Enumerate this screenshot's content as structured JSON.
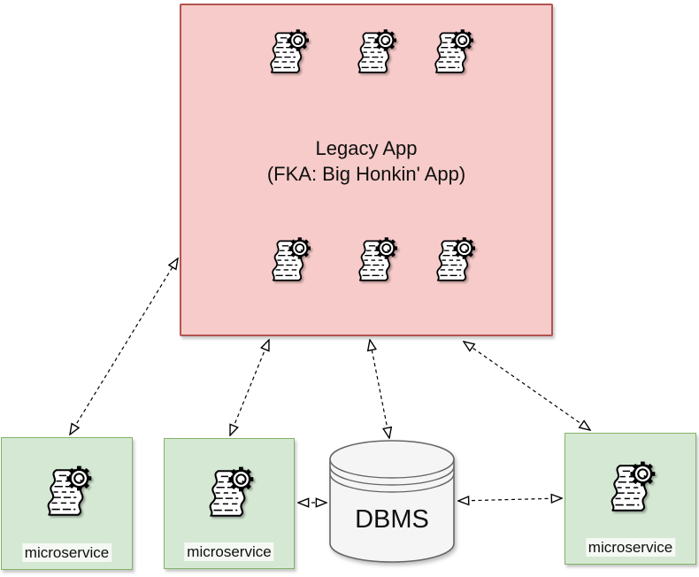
{
  "diagram": {
    "background": "#ffffff",
    "legacy_app": {
      "title": "Legacy App",
      "subtitle": "(FKA: Big Honkin' App)",
      "fill": "#f6cbc9",
      "border_color": "#b25450",
      "icon": "script-gear-icon",
      "top_icon_count": 3,
      "bottom_icon_count": 3
    },
    "microservices": [
      {
        "label": "microservice",
        "icon": "script-gear-icon"
      },
      {
        "label": "microservice",
        "icon": "script-gear-icon"
      },
      {
        "label": "microservice",
        "icon": "script-gear-icon"
      }
    ],
    "microservice_style": {
      "fill": "#d5e8d4",
      "border_color": "#82b366"
    },
    "database": {
      "label": "DBMS",
      "fill": "#f5f5f5",
      "border_color": "#666666"
    },
    "connector_style": {
      "line": "dashed",
      "color": "#000000",
      "arrowhead": "hollow-triangle"
    },
    "connections": [
      {
        "from": "legacy-app",
        "to": "microservice-left",
        "bidirectional": true
      },
      {
        "from": "legacy-app",
        "to": "microservice-middle",
        "bidirectional": true
      },
      {
        "from": "legacy-app",
        "to": "dbms",
        "bidirectional": true
      },
      {
        "from": "legacy-app",
        "to": "microservice-right",
        "bidirectional": true
      },
      {
        "from": "microservice-middle",
        "to": "dbms",
        "bidirectional": true
      },
      {
        "from": "dbms",
        "to": "microservice-right",
        "bidirectional": true
      }
    ]
  }
}
